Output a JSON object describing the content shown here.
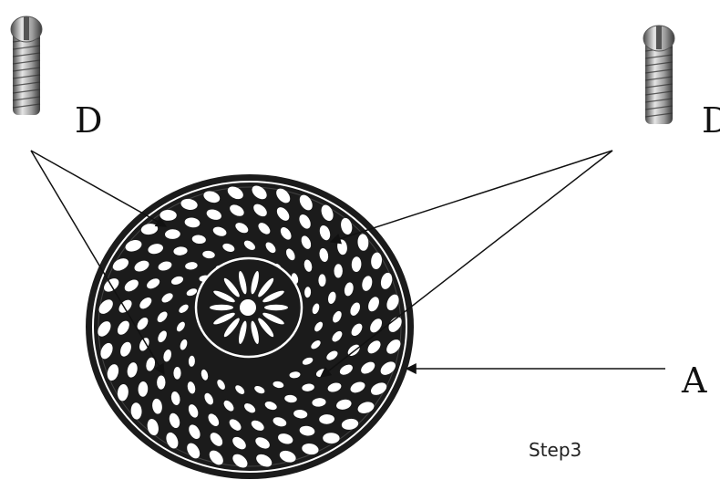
{
  "labels": {
    "screw_left": "D",
    "screw_right": "D",
    "plate": "A",
    "step": "Step3"
  },
  "parts": [
    {
      "id": "D",
      "name_icon": "screw-icon",
      "count": 2
    },
    {
      "id": "A",
      "name_icon": "decorative-plate-icon",
      "count": 1
    }
  ],
  "colors": {
    "plate": "#1b1b1b",
    "screw_light": "#e6e6e6",
    "screw_dark": "#4a4a4a",
    "line": "#111111"
  }
}
